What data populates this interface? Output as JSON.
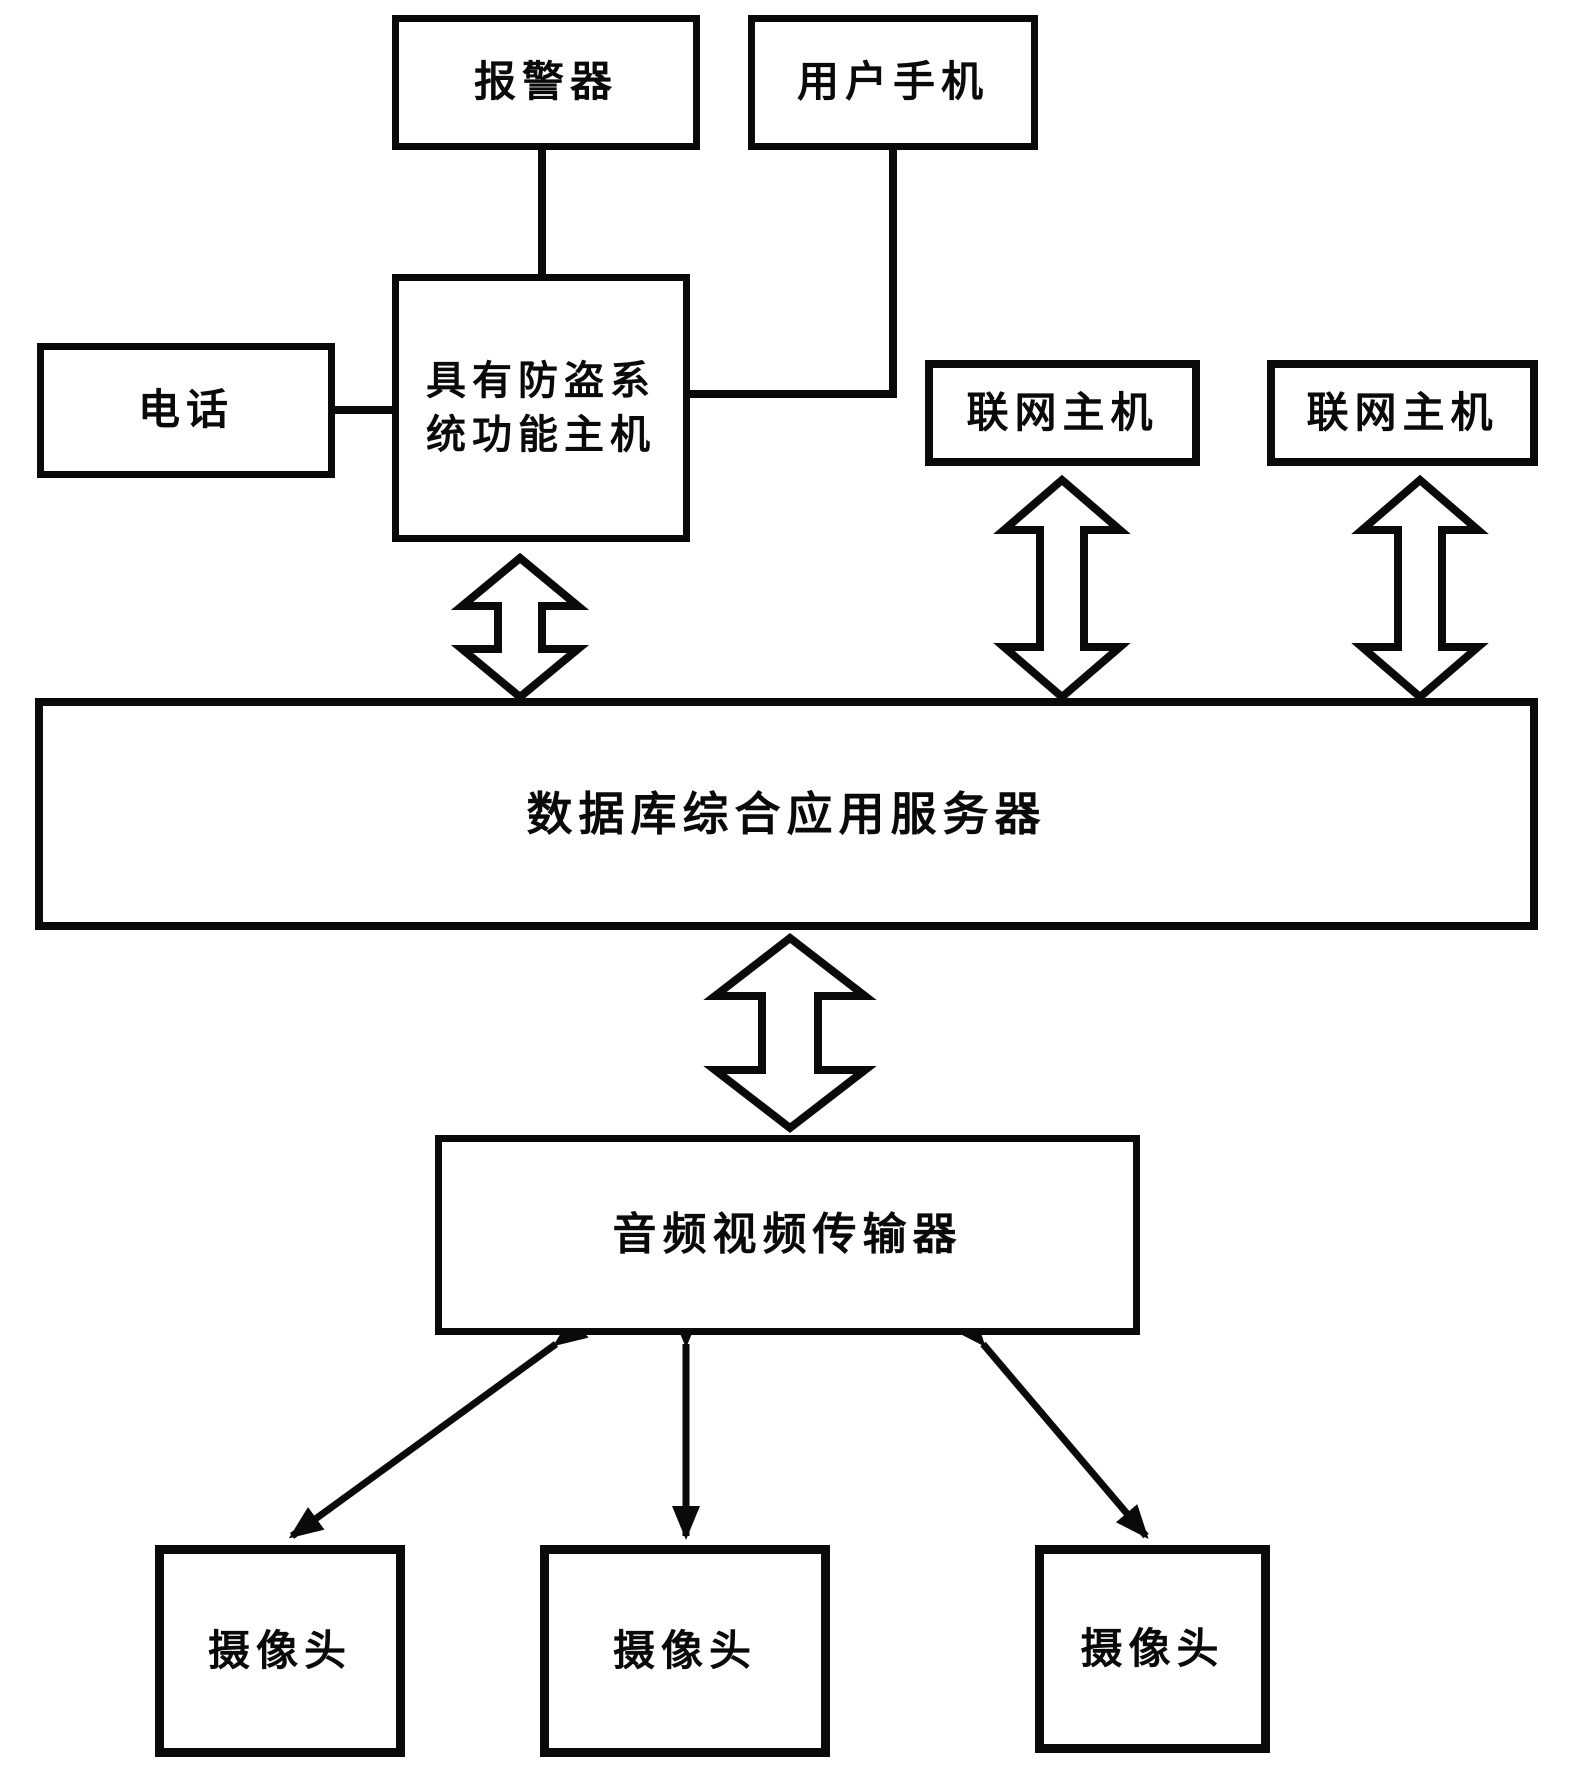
{
  "diagram": {
    "background_color": "#ffffff",
    "line_color": "#0a0a0a",
    "nodes": {
      "alarm": {
        "label": "报警器"
      },
      "user_phone": {
        "label": "用户手机"
      },
      "telephone": {
        "label": "电话"
      },
      "host": {
        "label": "具有防盗系统功能主机",
        "label_line1": "具有防盗系",
        "label_line2": "统功能主机"
      },
      "net_host_1": {
        "label": "联网主机"
      },
      "net_host_2": {
        "label": "联网主机"
      },
      "server": {
        "label": "数据库综合应用服务器"
      },
      "av_transmitter": {
        "label": "音频视频传输器"
      },
      "camera_1": {
        "label": "摄像头"
      },
      "camera_2": {
        "label": "摄像头"
      },
      "camera_3": {
        "label": "摄像头"
      }
    },
    "edges": [
      {
        "from": "alarm",
        "to": "host",
        "style": "plain-line"
      },
      {
        "from": "user_phone",
        "to": "host",
        "style": "plain-line"
      },
      {
        "from": "telephone",
        "to": "host",
        "style": "plain-line"
      },
      {
        "from": "host",
        "to": "server",
        "style": "hollow-double-arrow"
      },
      {
        "from": "net_host_1",
        "to": "server",
        "style": "hollow-double-arrow"
      },
      {
        "from": "net_host_2",
        "to": "server",
        "style": "hollow-double-arrow"
      },
      {
        "from": "server",
        "to": "av_transmitter",
        "style": "hollow-double-arrow"
      },
      {
        "from": "av_transmitter",
        "to": "camera_1",
        "style": "thin-double-arrow"
      },
      {
        "from": "av_transmitter",
        "to": "camera_2",
        "style": "thin-double-arrow"
      },
      {
        "from": "av_transmitter",
        "to": "camera_3",
        "style": "thin-double-arrow"
      }
    ]
  }
}
